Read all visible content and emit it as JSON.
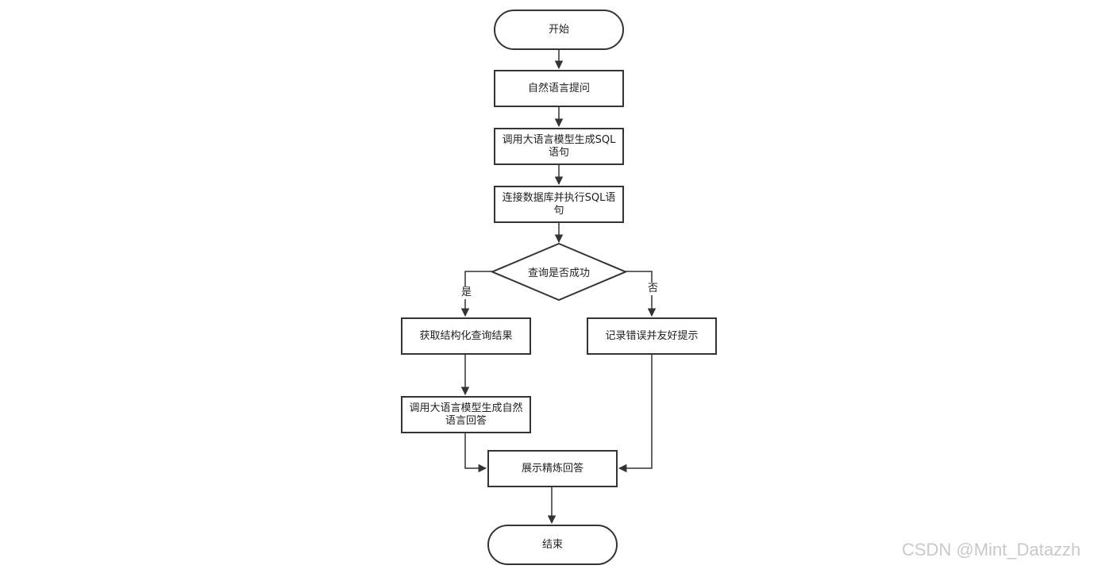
{
  "nodes": {
    "start": "开始",
    "ask": "自然语言提问",
    "gen_sql": "调用大语言模型生成SQL语句",
    "exec_sql": "连接数据库并执行SQL语句",
    "decision": "查询是否成功",
    "get_result": "获取结构化查询结果",
    "log_error": "记录错误并友好提示",
    "gen_answer": "调用大语言模型生成自然语言回答",
    "show_answer": "展示精炼回答",
    "end": "结束"
  },
  "edge_labels": {
    "yes": "是",
    "no": "否"
  },
  "watermark": "CSDN @Mint_Datazzh",
  "colors": {
    "stroke": "#333333",
    "text": "#222222",
    "watermark": "#c9c9c9"
  }
}
